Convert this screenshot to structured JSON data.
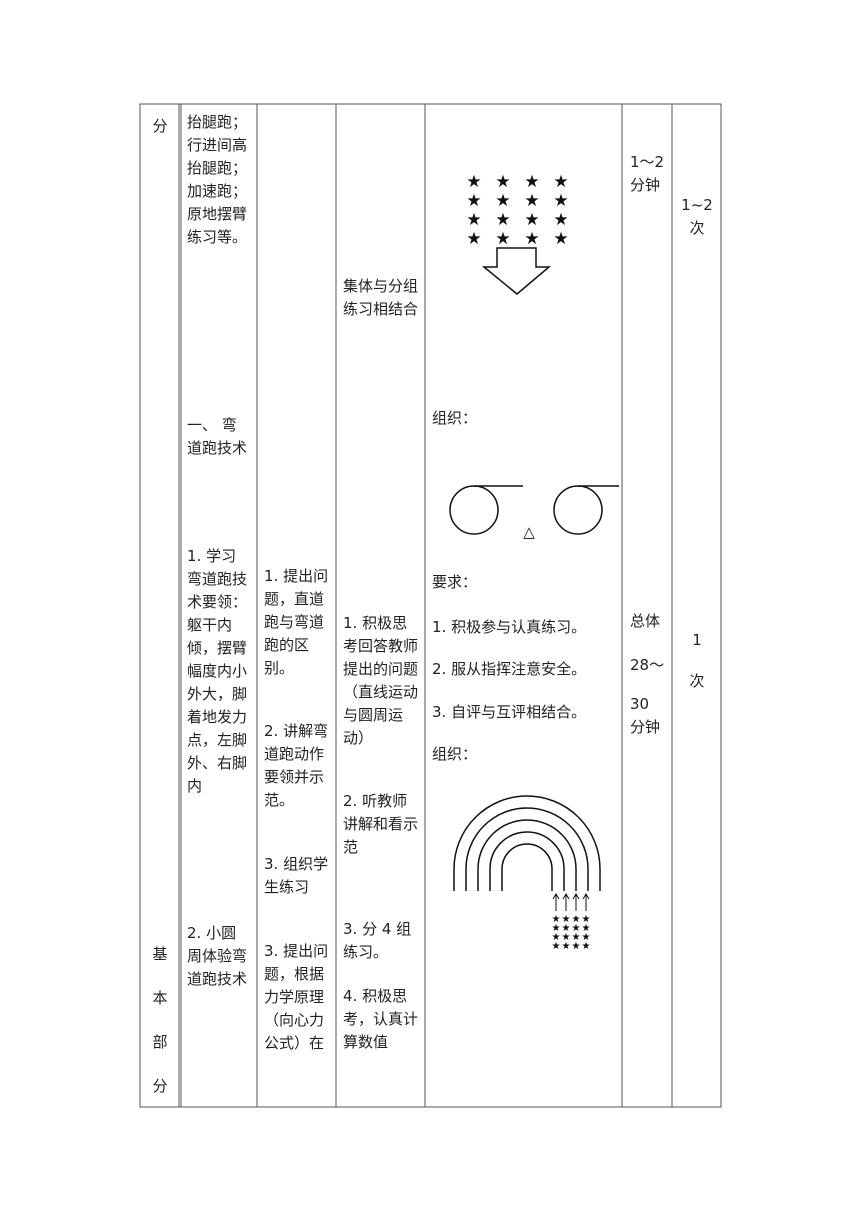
{
  "col_section": {
    "top_char": "分",
    "bottom_chars": [
      "基",
      "本",
      "部",
      "分"
    ]
  },
  "col_content": {
    "warmup_text": "抬腿跑；行进间高抬腿跑；加速跑；原地摆臂练习等。",
    "section_title": "一、 弯道跑技术",
    "item1": "1. 学习弯道跑技术要领：躯干内倾，摆臂幅度内小外大，脚着地发力点，左脚外、右脚内",
    "item2": "2. 小圆周体验弯道跑技术"
  },
  "col_teacher": {
    "items": [
      "1. 提出问题，直道跑与弯道跑的区别。",
      "2. 讲解弯道跑动作要领并示范。",
      "3. 组织学生练习",
      "3. 提出问题，根据力学原理（向心力公式）在"
    ]
  },
  "col_student": {
    "intro": "集体与分组练习相结合",
    "items": [
      "1. 积极思考回答教师提出的问题（直线运动与圆周运动）",
      "2. 听教师讲解和看示范",
      "3. 分 4 组练习。",
      "4. 积极思考，认真计算数值"
    ]
  },
  "col_org": {
    "org_label_1": "组织：",
    "require_label": "要求：",
    "requirements": [
      "1. 积极参与认真练习。",
      "2. 服从指挥注意安全。",
      "3. 自评与互评相结合。"
    ],
    "org_label_2": "组织：",
    "star_glyph": "★",
    "triangle_glyph": "△"
  },
  "col_time": {
    "t1": "1～2 分钟",
    "t2_a": "总体",
    "t2_b": "28～",
    "t2_c": "30 分钟"
  },
  "col_count": {
    "c1": "1~2 次",
    "c2_a": "1",
    "c2_b": "次"
  }
}
